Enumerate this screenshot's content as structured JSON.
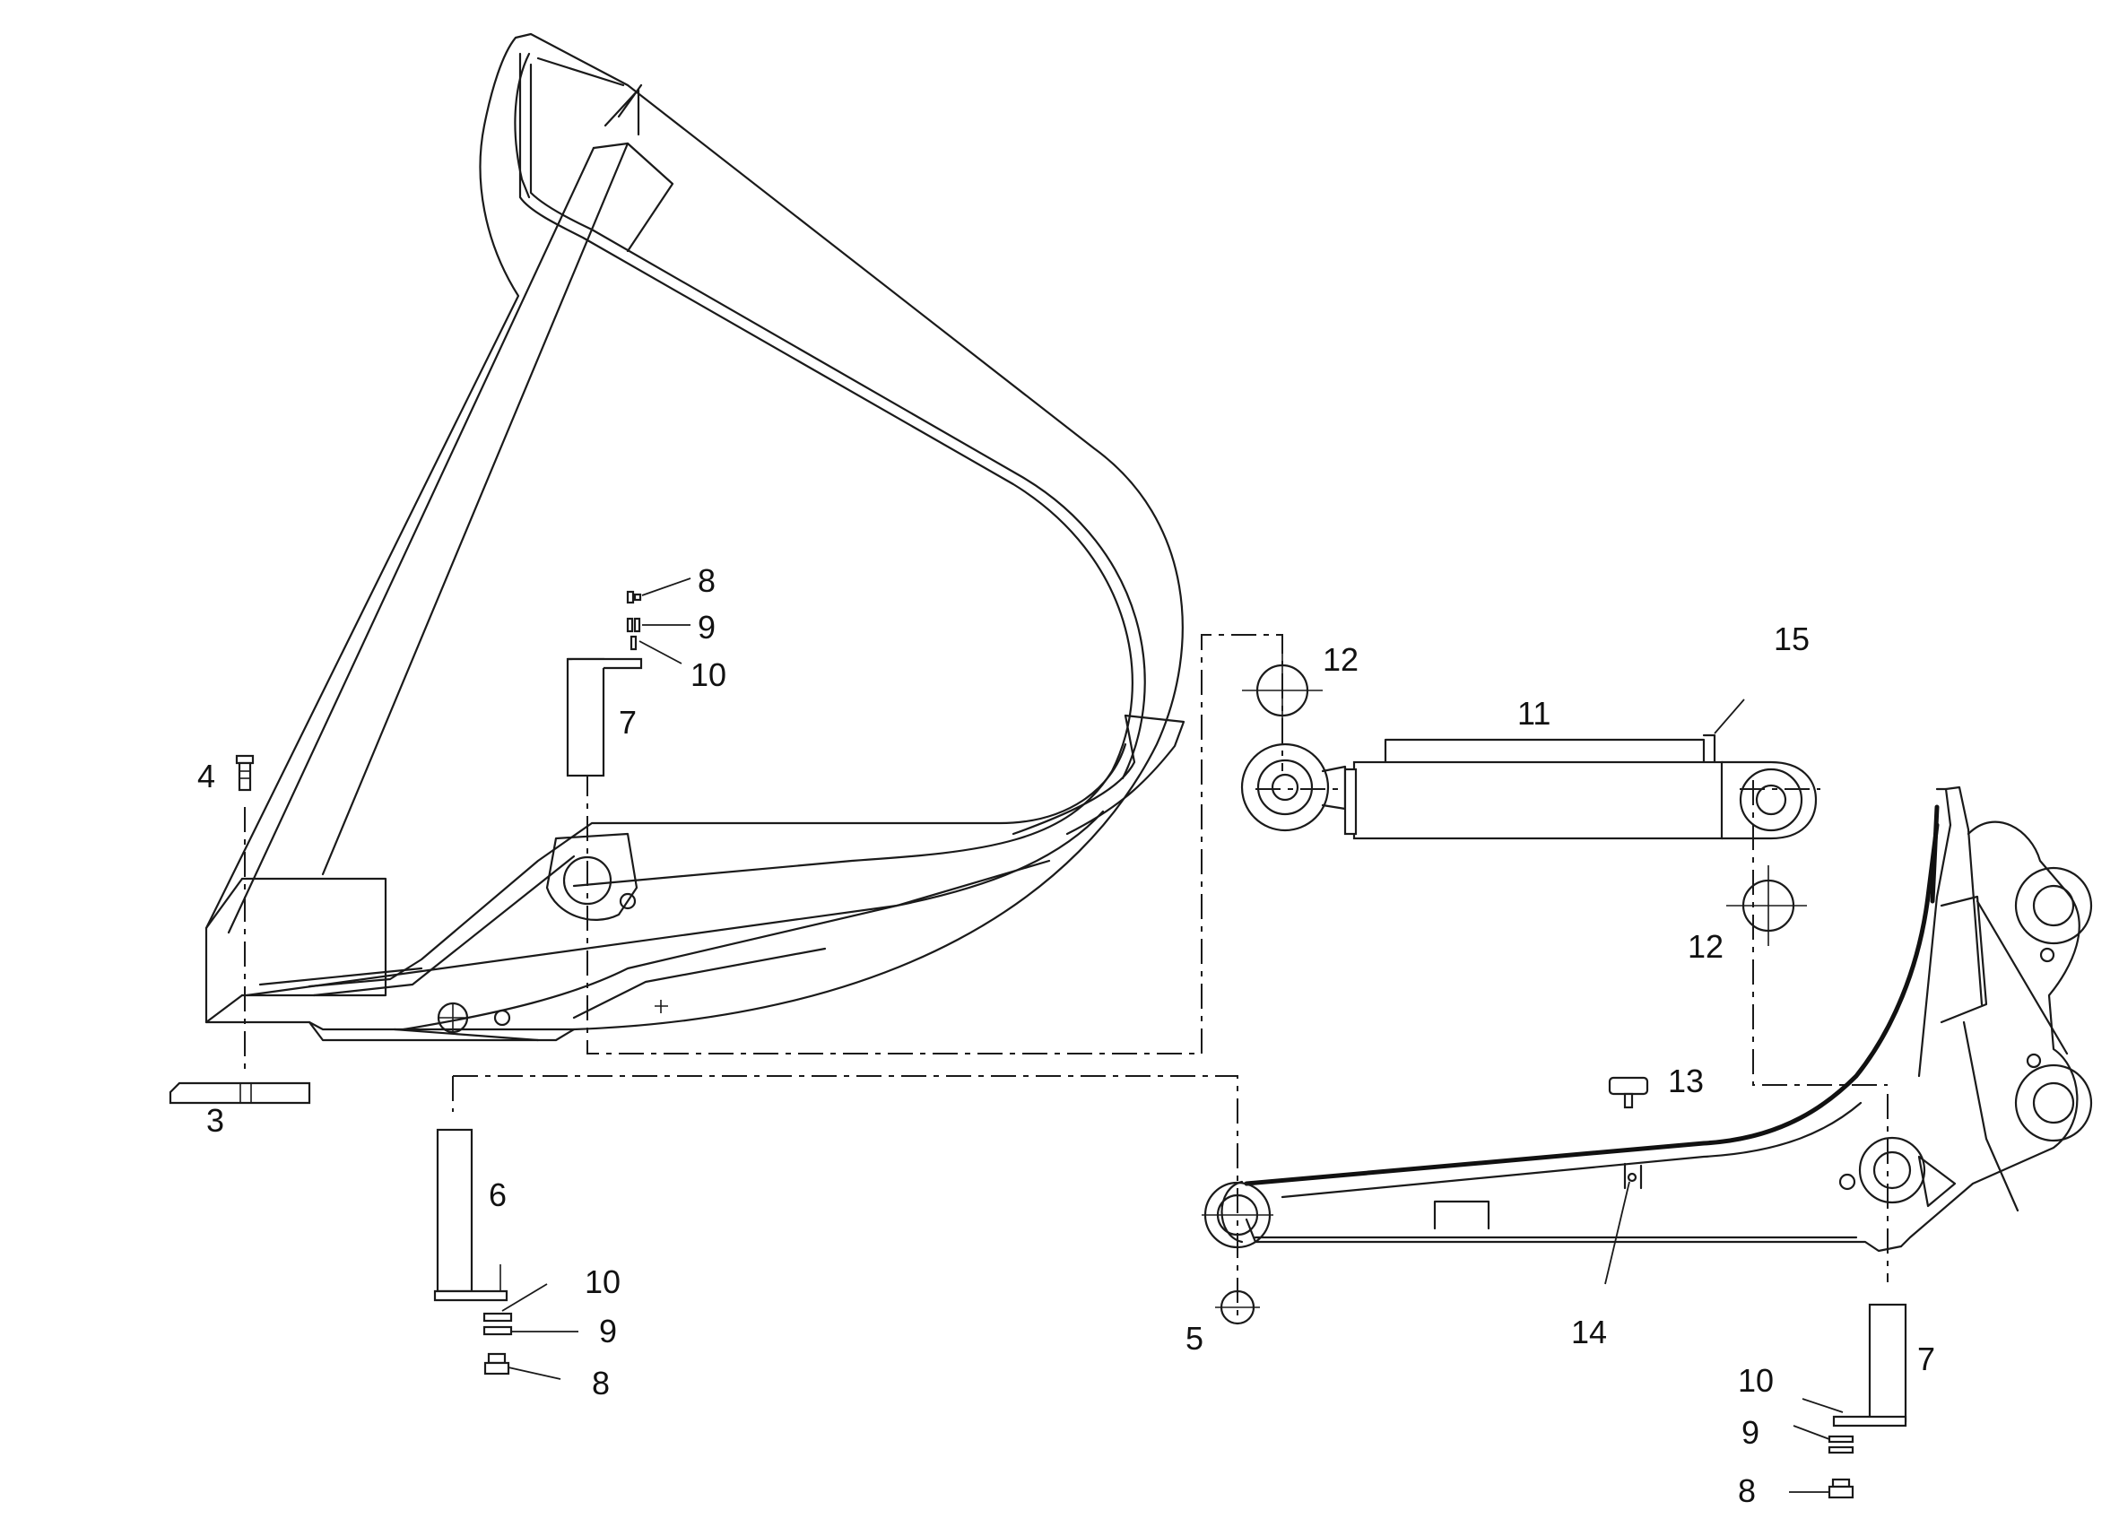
{
  "callouts": {
    "p3": "3",
    "p4": "4",
    "p5": "5",
    "p6": "6",
    "p7a": "7",
    "p7b": "7",
    "p8a": "8",
    "p8b": "8",
    "p8c": "8",
    "p9a": "9",
    "p9b": "9",
    "p9c": "9",
    "p10a": "10",
    "p10b": "10",
    "p10c": "10",
    "p11": "11",
    "p12a": "12",
    "p12b": "12",
    "p13": "13",
    "p14": "14",
    "p15": "15"
  }
}
